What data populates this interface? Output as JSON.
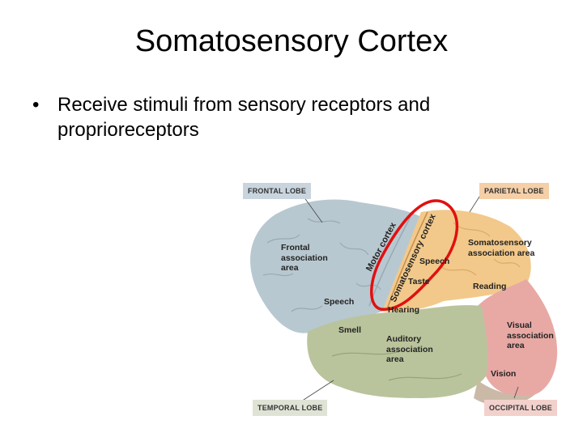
{
  "slide": {
    "title": "Somatosensory Cortex",
    "bullet_glyph": "•",
    "bullet": "Receive stimuli from sensory receptors and proprioreceptors"
  },
  "diagram": {
    "lobes": {
      "frontal": "FRONTAL LOBE",
      "parietal": "PARIETAL LOBE",
      "temporal": "TEMPORAL LOBE",
      "occipital": "OCCIPITAL LOBE"
    },
    "areas": {
      "frontal_association": "Frontal association area",
      "motor_cortex": "Motor cortex",
      "somatosensory_cortex": "Somatosensory cortex",
      "speech_parietal": "Speech",
      "taste": "Taste",
      "somatosensory_association": "Somatosensory association area",
      "reading": "Reading",
      "speech_frontal": "Speech",
      "hearing": "Hearing",
      "smell": "Smell",
      "auditory_association": "Auditory association area",
      "visual_association": "Visual association area",
      "vision": "Vision"
    },
    "colors": {
      "frontal": "#b8c8d0",
      "parietal": "#f2c98a",
      "temporal": "#b9c49c",
      "occipital": "#e8a9a5",
      "highlight_circle": "#e01010",
      "frontal_box": "#c9d5de",
      "parietal_box": "#f5cfa8"
    }
  }
}
